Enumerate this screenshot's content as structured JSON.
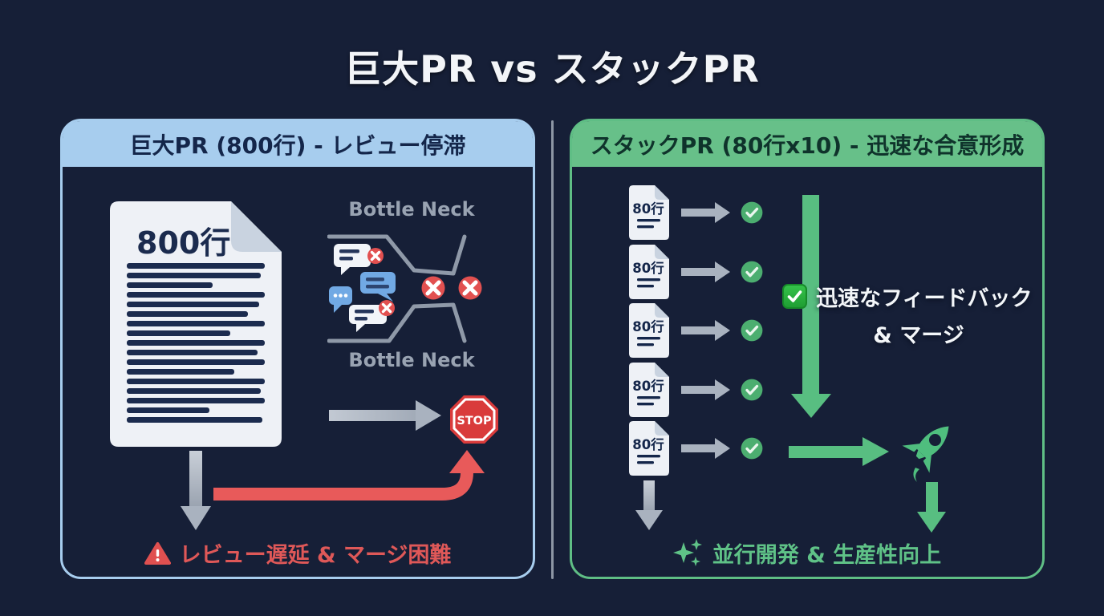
{
  "title": "巨大PR vs スタックPR",
  "left": {
    "header": "巨大PR (800行) - レビュー停滞",
    "doc_label": "800行",
    "bottleneck_top": "Bottle Neck",
    "bottleneck_bottom": "Bottle Neck",
    "stop": "STOP",
    "footer": "レビュー遅延 & マージ困難"
  },
  "right": {
    "header": "スタックPR (80行x10) - 迅速な合意形成",
    "pr_items": [
      {
        "label": "80行"
      },
      {
        "label": "80行"
      },
      {
        "label": "80行"
      },
      {
        "label": "80行"
      },
      {
        "label": "80行"
      }
    ],
    "feedback_line1": "迅速なフィードバック",
    "feedback_line2": "& マージ",
    "footer": "並行開発 & 生産性向上"
  },
  "colors": {
    "background": "#161F37",
    "left_accent": "#A7CDEE",
    "right_accent": "#67C089",
    "error_red": "#E25050",
    "stop_red": "#D93B3B",
    "warning_text_red": "#DF5858",
    "success_green": "#4CAE70",
    "arrow_gray": "#A9B2BF",
    "paper_white": "#EEF1F6",
    "ink_navy": "#1B2B4E",
    "bubble_blue": "#71A9E4",
    "footer_green": "#5FC287",
    "title_white": "#F3F5F8"
  }
}
